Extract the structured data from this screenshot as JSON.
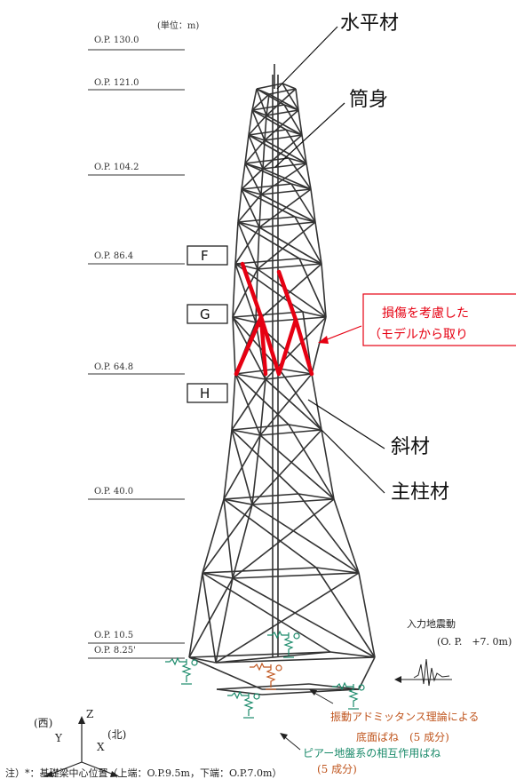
{
  "unit_note": "(単位：m)",
  "levels": [
    "O.P. 130.0",
    "O.P. 121.0",
    "O.P. 104.2",
    "O.P. 86.4",
    "O.P. 64.8",
    "O.P. 40.0",
    "O.P. 10.5",
    "O.P. 8.25'"
  ],
  "callouts": {
    "horizontal": "水平材",
    "tube": "筒身",
    "diagonal": "斜材",
    "main_column": "主柱材"
  },
  "section_labels": [
    "F",
    "G",
    "H"
  ],
  "damage_note": {
    "line1": "損傷を考慮した",
    "line2": "（モデルから取り"
  },
  "input_motion": {
    "title": "入力地震動",
    "level": "(O. P.　+7. 0m)"
  },
  "springs": {
    "bottom_line1": "振動アドミッタンス理論による",
    "bottom_line2": "底面ばね　(5 成分)",
    "pier": "ピアー地盤系の相互作用ばね",
    "pier_count": "(5 成分)"
  },
  "axes": {
    "z": "Z",
    "y": "Y",
    "x": "X",
    "west": "(西)",
    "north": "(北)"
  },
  "footnote": "注）*：基礎梁中心位置（上端：O.P.9.5m，下端：O.P.7.0m）",
  "colors": {
    "structure": "#333333",
    "damaged": "#e60012",
    "bottom_spring": "#c0561f",
    "pier_spring": "#1a8a6a"
  }
}
